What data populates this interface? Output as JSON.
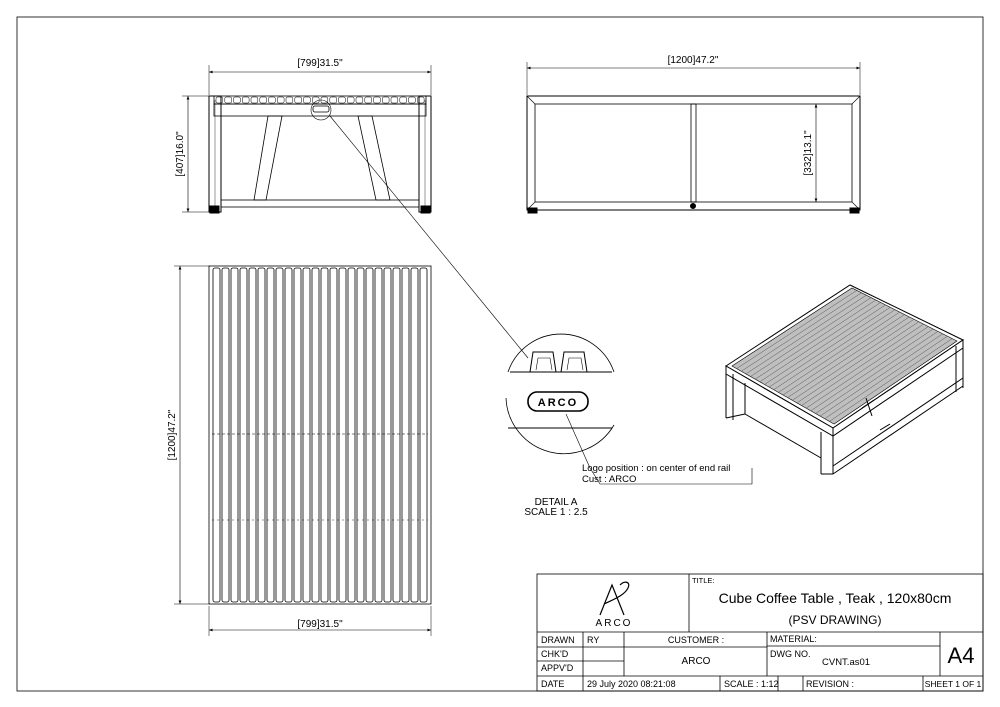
{
  "dims": {
    "front_width": "[799]31.5\"",
    "front_height": "[407]16.0\"",
    "side_width": "[1200]47.2\"",
    "side_inner_height": "[332]13.1\"",
    "top_length": "[1200]47.2\"",
    "top_width": "[799]31.5\""
  },
  "detail": {
    "logo_text": "ARCO",
    "note_line1": "Logo position : on center of end rail",
    "note_line2": "Cust : ARCO",
    "title": "DETAIL A",
    "scale": "SCALE 1 : 2.5"
  },
  "title_block": {
    "logo_word": "ARCO",
    "title_label": "TITLE:",
    "title_line1": "Cube Coffee Table , Teak , 120x80cm",
    "title_line2": "(PSV DRAWING)",
    "drawn_label": "DRAWN",
    "drawn_value": "RY",
    "chkd_label": "CHK'D",
    "appvd_label": "APPV'D",
    "customer_label": "CUSTOMER :",
    "customer_value": "ARCO",
    "material_label": "MATERIAL:",
    "dwg_label": "DWG NO.",
    "dwg_value": "CVNT.as01",
    "size": "A4",
    "date_label": "DATE",
    "date_value": "29 July 2020 08:21:08",
    "scale": "SCALE : 1:12",
    "revision_label": "REVISION :",
    "sheet": "SHEET 1 OF 1"
  }
}
